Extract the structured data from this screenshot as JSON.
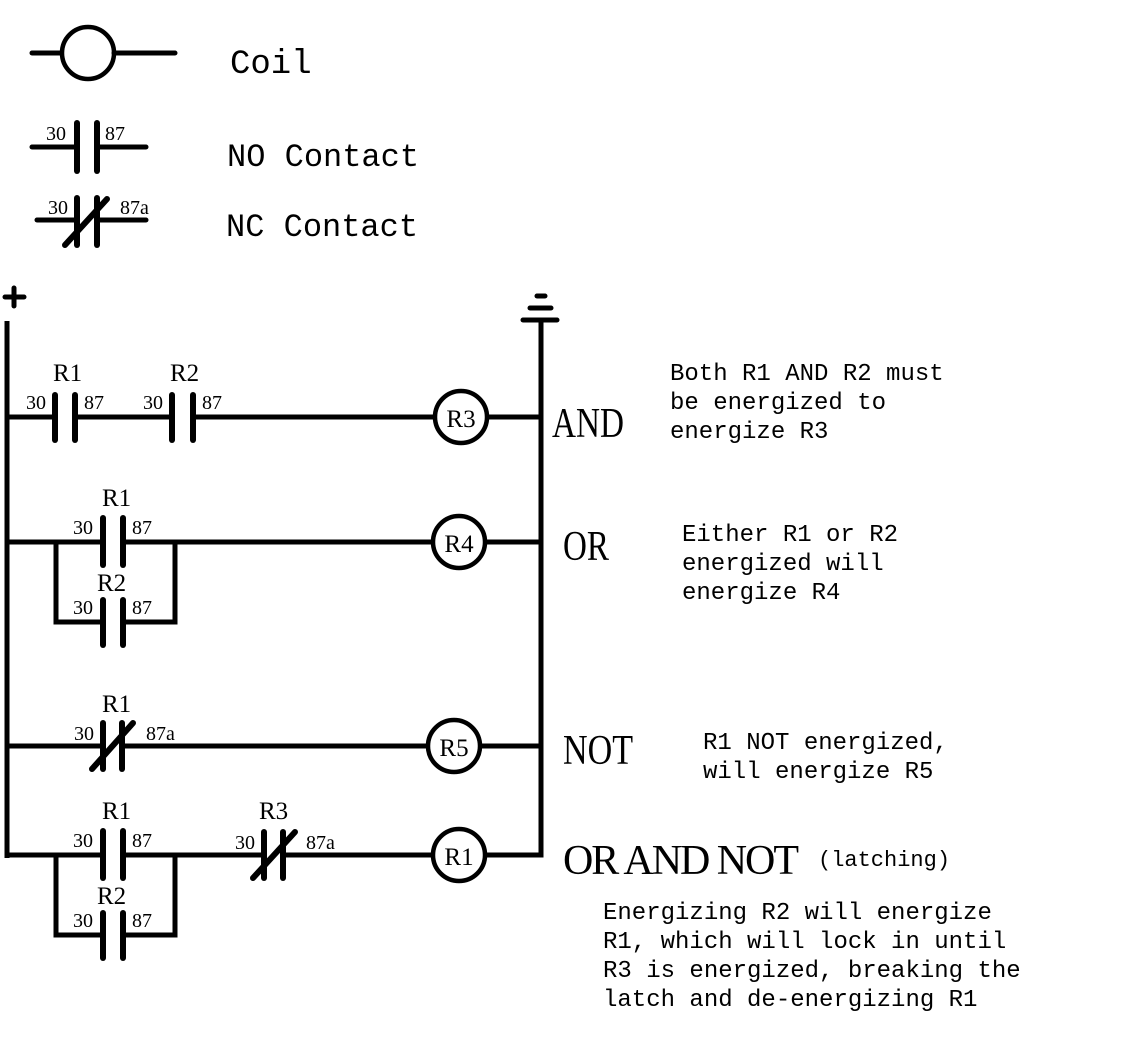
{
  "legend": {
    "coil_label": "Coil",
    "no_contact_label": "NO Contact",
    "nc_contact_label": "NC Contact",
    "no_terminals": [
      "30",
      "87"
    ],
    "nc_terminals": [
      "30",
      "87a"
    ]
  },
  "rails": {
    "positive_symbol": "+",
    "negative_symbol": "ground"
  },
  "rungs": [
    {
      "gate": "AND",
      "coil": "R3",
      "contacts": [
        {
          "relay": "R1",
          "type": "NO",
          "t_in": "30",
          "t_out": "87"
        },
        {
          "relay": "R2",
          "type": "NO",
          "t_in": "30",
          "t_out": "87"
        }
      ],
      "description": [
        "Both R1 AND R2 must",
        "be energized to",
        "energize R3"
      ]
    },
    {
      "gate": "OR",
      "coil": "R4",
      "contacts": [
        {
          "relay": "R1",
          "type": "NO",
          "t_in": "30",
          "t_out": "87"
        },
        {
          "relay": "R2",
          "type": "NO",
          "t_in": "30",
          "t_out": "87"
        }
      ],
      "description": [
        "Either R1 or R2",
        "energized will",
        "energize R4"
      ]
    },
    {
      "gate": "NOT",
      "coil": "R5",
      "contacts": [
        {
          "relay": "R1",
          "type": "NC",
          "t_in": "30",
          "t_out": "87a"
        }
      ],
      "description": [
        "R1 NOT energized,",
        "will energize R5"
      ]
    },
    {
      "gate": "OR AND NOT",
      "gate_note": "(latching)",
      "coil": "R1",
      "contacts": [
        {
          "relay": "R1",
          "type": "NO",
          "t_in": "30",
          "t_out": "87"
        },
        {
          "relay": "R2",
          "type": "NO",
          "t_in": "30",
          "t_out": "87"
        },
        {
          "relay": "R3",
          "type": "NC",
          "t_in": "30",
          "t_out": "87a"
        }
      ],
      "description": [
        "Energizing R2 will energize",
        "R1, which will lock in until",
        "R3 is energized, breaking the",
        "latch and de-energizing R1"
      ]
    }
  ]
}
